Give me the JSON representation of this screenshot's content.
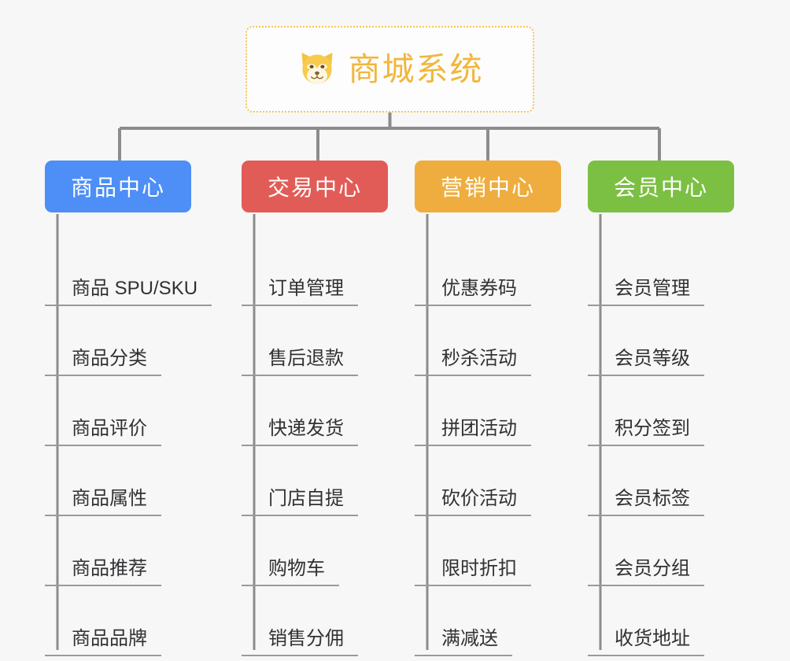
{
  "root": {
    "title": "商城系统",
    "icon": "dog-face-emoji",
    "border_color": "#f5c451",
    "text_color": "#f2b63c"
  },
  "canvas": {
    "background_color": "#f7f7f7",
    "connector_color": "#8c8c8c",
    "leaf_underline_color": "#9a9a9a",
    "leaf_text_color": "#303133"
  },
  "branches": [
    {
      "label": "商品中心",
      "color": "#4d8ef7",
      "items": [
        "商品 SPU/SKU",
        "商品分类",
        "商品评价",
        "商品属性",
        "商品推荐",
        "商品品牌"
      ]
    },
    {
      "label": "交易中心",
      "color": "#e25c57",
      "items": [
        "订单管理",
        "售后退款",
        "快递发货",
        "门店自提",
        "购物车",
        "销售分佣"
      ]
    },
    {
      "label": "营销中心",
      "color": "#eead3e",
      "items": [
        "优惠券码",
        "秒杀活动",
        "拼团活动",
        "砍价活动",
        "限时折扣",
        "满减送"
      ]
    },
    {
      "label": "会员中心",
      "color": "#7cc043",
      "items": [
        "会员管理",
        "会员等级",
        "积分签到",
        "会员标签",
        "会员分组",
        "收货地址"
      ]
    }
  ]
}
